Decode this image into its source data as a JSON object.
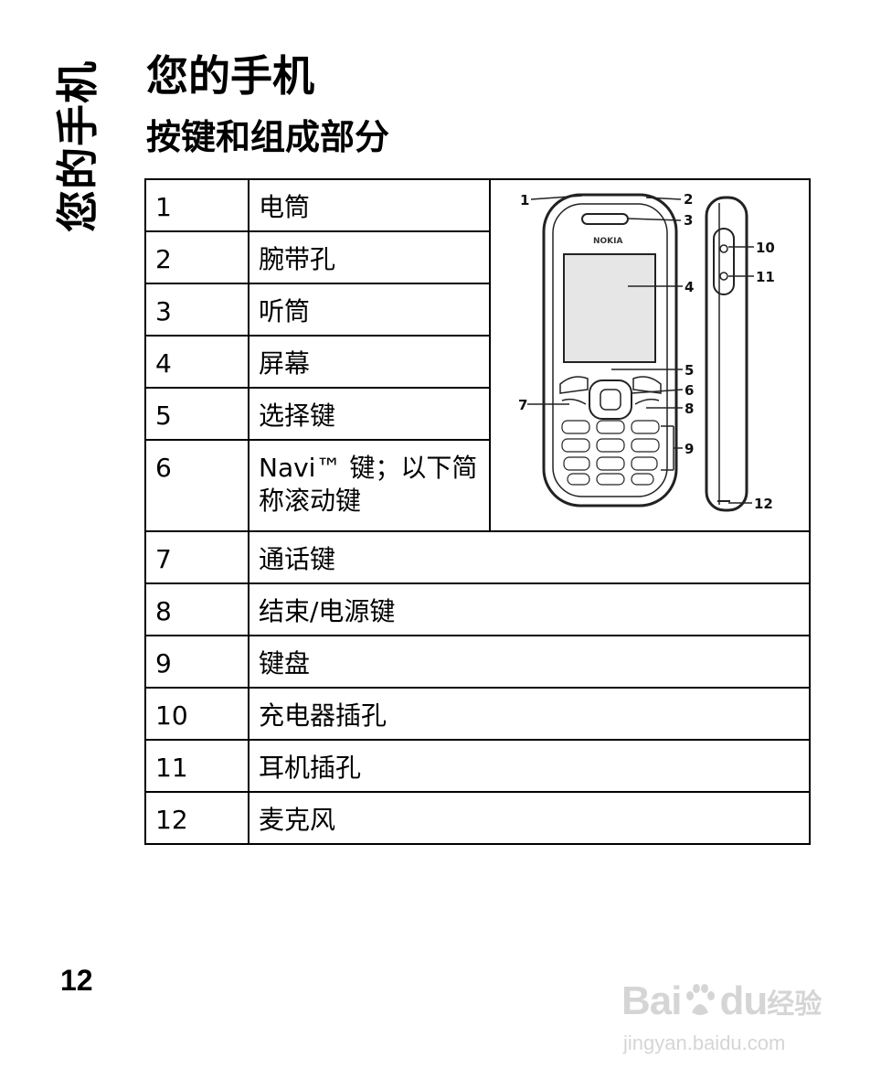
{
  "side_title": "您的手机",
  "title": "您的手机",
  "subtitle": "按键和组成部分",
  "table": {
    "rows": [
      {
        "num": "1",
        "label": "电筒"
      },
      {
        "num": "2",
        "label": "腕带孔"
      },
      {
        "num": "3",
        "label": "听筒"
      },
      {
        "num": "4",
        "label": "屏幕"
      },
      {
        "num": "5",
        "label": "选择键"
      },
      {
        "num": "6",
        "label": "Navi™ 键；以下简称滚动键"
      },
      {
        "num": "7",
        "label": "通话键"
      },
      {
        "num": "8",
        "label": "结束/电源键"
      },
      {
        "num": "9",
        "label": "键盘"
      },
      {
        "num": "10",
        "label": "充电器插孔"
      },
      {
        "num": "11",
        "label": "耳机插孔"
      },
      {
        "num": "12",
        "label": "麦克风"
      }
    ]
  },
  "diagram": {
    "brand": "NOKIA",
    "callouts": [
      "1",
      "2",
      "3",
      "4",
      "5",
      "6",
      "7",
      "8",
      "9",
      "10",
      "11",
      "12"
    ]
  },
  "page_number": "12",
  "watermark": {
    "brand_left": "Bai",
    "brand_right": "du",
    "suffix": "经验",
    "url": "jingyan.baidu.com"
  }
}
